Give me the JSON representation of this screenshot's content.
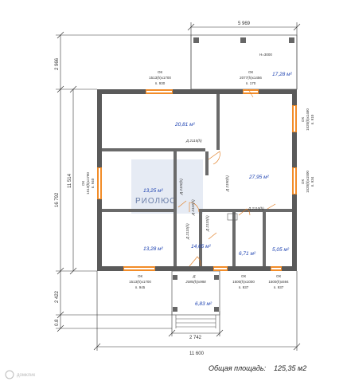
{
  "dimensions": {
    "top_width": "5 969",
    "overall_width": "11 600",
    "porch_width": "2 742",
    "left_top": "2 966",
    "left_overall": "16 792",
    "left_house": "11 514",
    "left_bottom": "2 422",
    "left_bottom_small": "0.8"
  },
  "rooms": [
    {
      "area": "20,81 м²"
    },
    {
      "area": "17,28 м²"
    },
    {
      "area": "27,95 м²"
    },
    {
      "area": "13,25 м²"
    },
    {
      "area": "13,28 м²"
    },
    {
      "area": "14,65 м²"
    },
    {
      "area": "6,71 м²"
    },
    {
      "area": "5,05 м²"
    },
    {
      "area": "6,83 м²"
    }
  ],
  "terrace_height": "Н=3000",
  "windows": [
    {
      "l1": "ОК",
      "l2": "1513(h)х1700",
      "l3": "п. 930"
    },
    {
      "l1": "ОК",
      "l2": "2077(h)х1456",
      "l3": "п. 170"
    },
    {
      "l1": "ОК",
      "l2": "1513(h)х1700",
      "l3": "п. 945"
    },
    {
      "l1": "ОК",
      "l2": "1500(h)х1000",
      "l3": "п. 937"
    },
    {
      "l1": "ОК",
      "l2": "1500(h)х594",
      "l3": "п. 937"
    },
    {
      "l1": "ОК",
      "l2": "1513(h)х1700",
      "l3": "п. 940"
    },
    {
      "l1": "ОК",
      "l2": "1520(h)х1460",
      "l3": "п. 910"
    },
    {
      "l1": "ОК",
      "l2": "1520(h)х1500",
      "l3": "п. 934"
    }
  ],
  "doors": [
    {
      "label": "Д 2115(h)"
    },
    {
      "label": "Д 2110(h)"
    },
    {
      "label": "Д 2190(h)"
    },
    {
      "label": "Д 2100(h)"
    },
    {
      "label": "Д 2110(h)"
    },
    {
      "label": "Д 2110(h)"
    },
    {
      "label": "Д 2110(h)"
    },
    {
      "label": "Д"
    },
    {
      "label": "2085(h)х988"
    }
  ],
  "watermark": "РИОЛЮС",
  "footer": {
    "label": "Общая площадь:",
    "value": "125,35 м2"
  },
  "corner_logo": "домклик",
  "colors": {
    "wall": "#5a5a5a",
    "window": "#f28c28",
    "dim_line": "#333333",
    "area": "#1a3fb0"
  }
}
